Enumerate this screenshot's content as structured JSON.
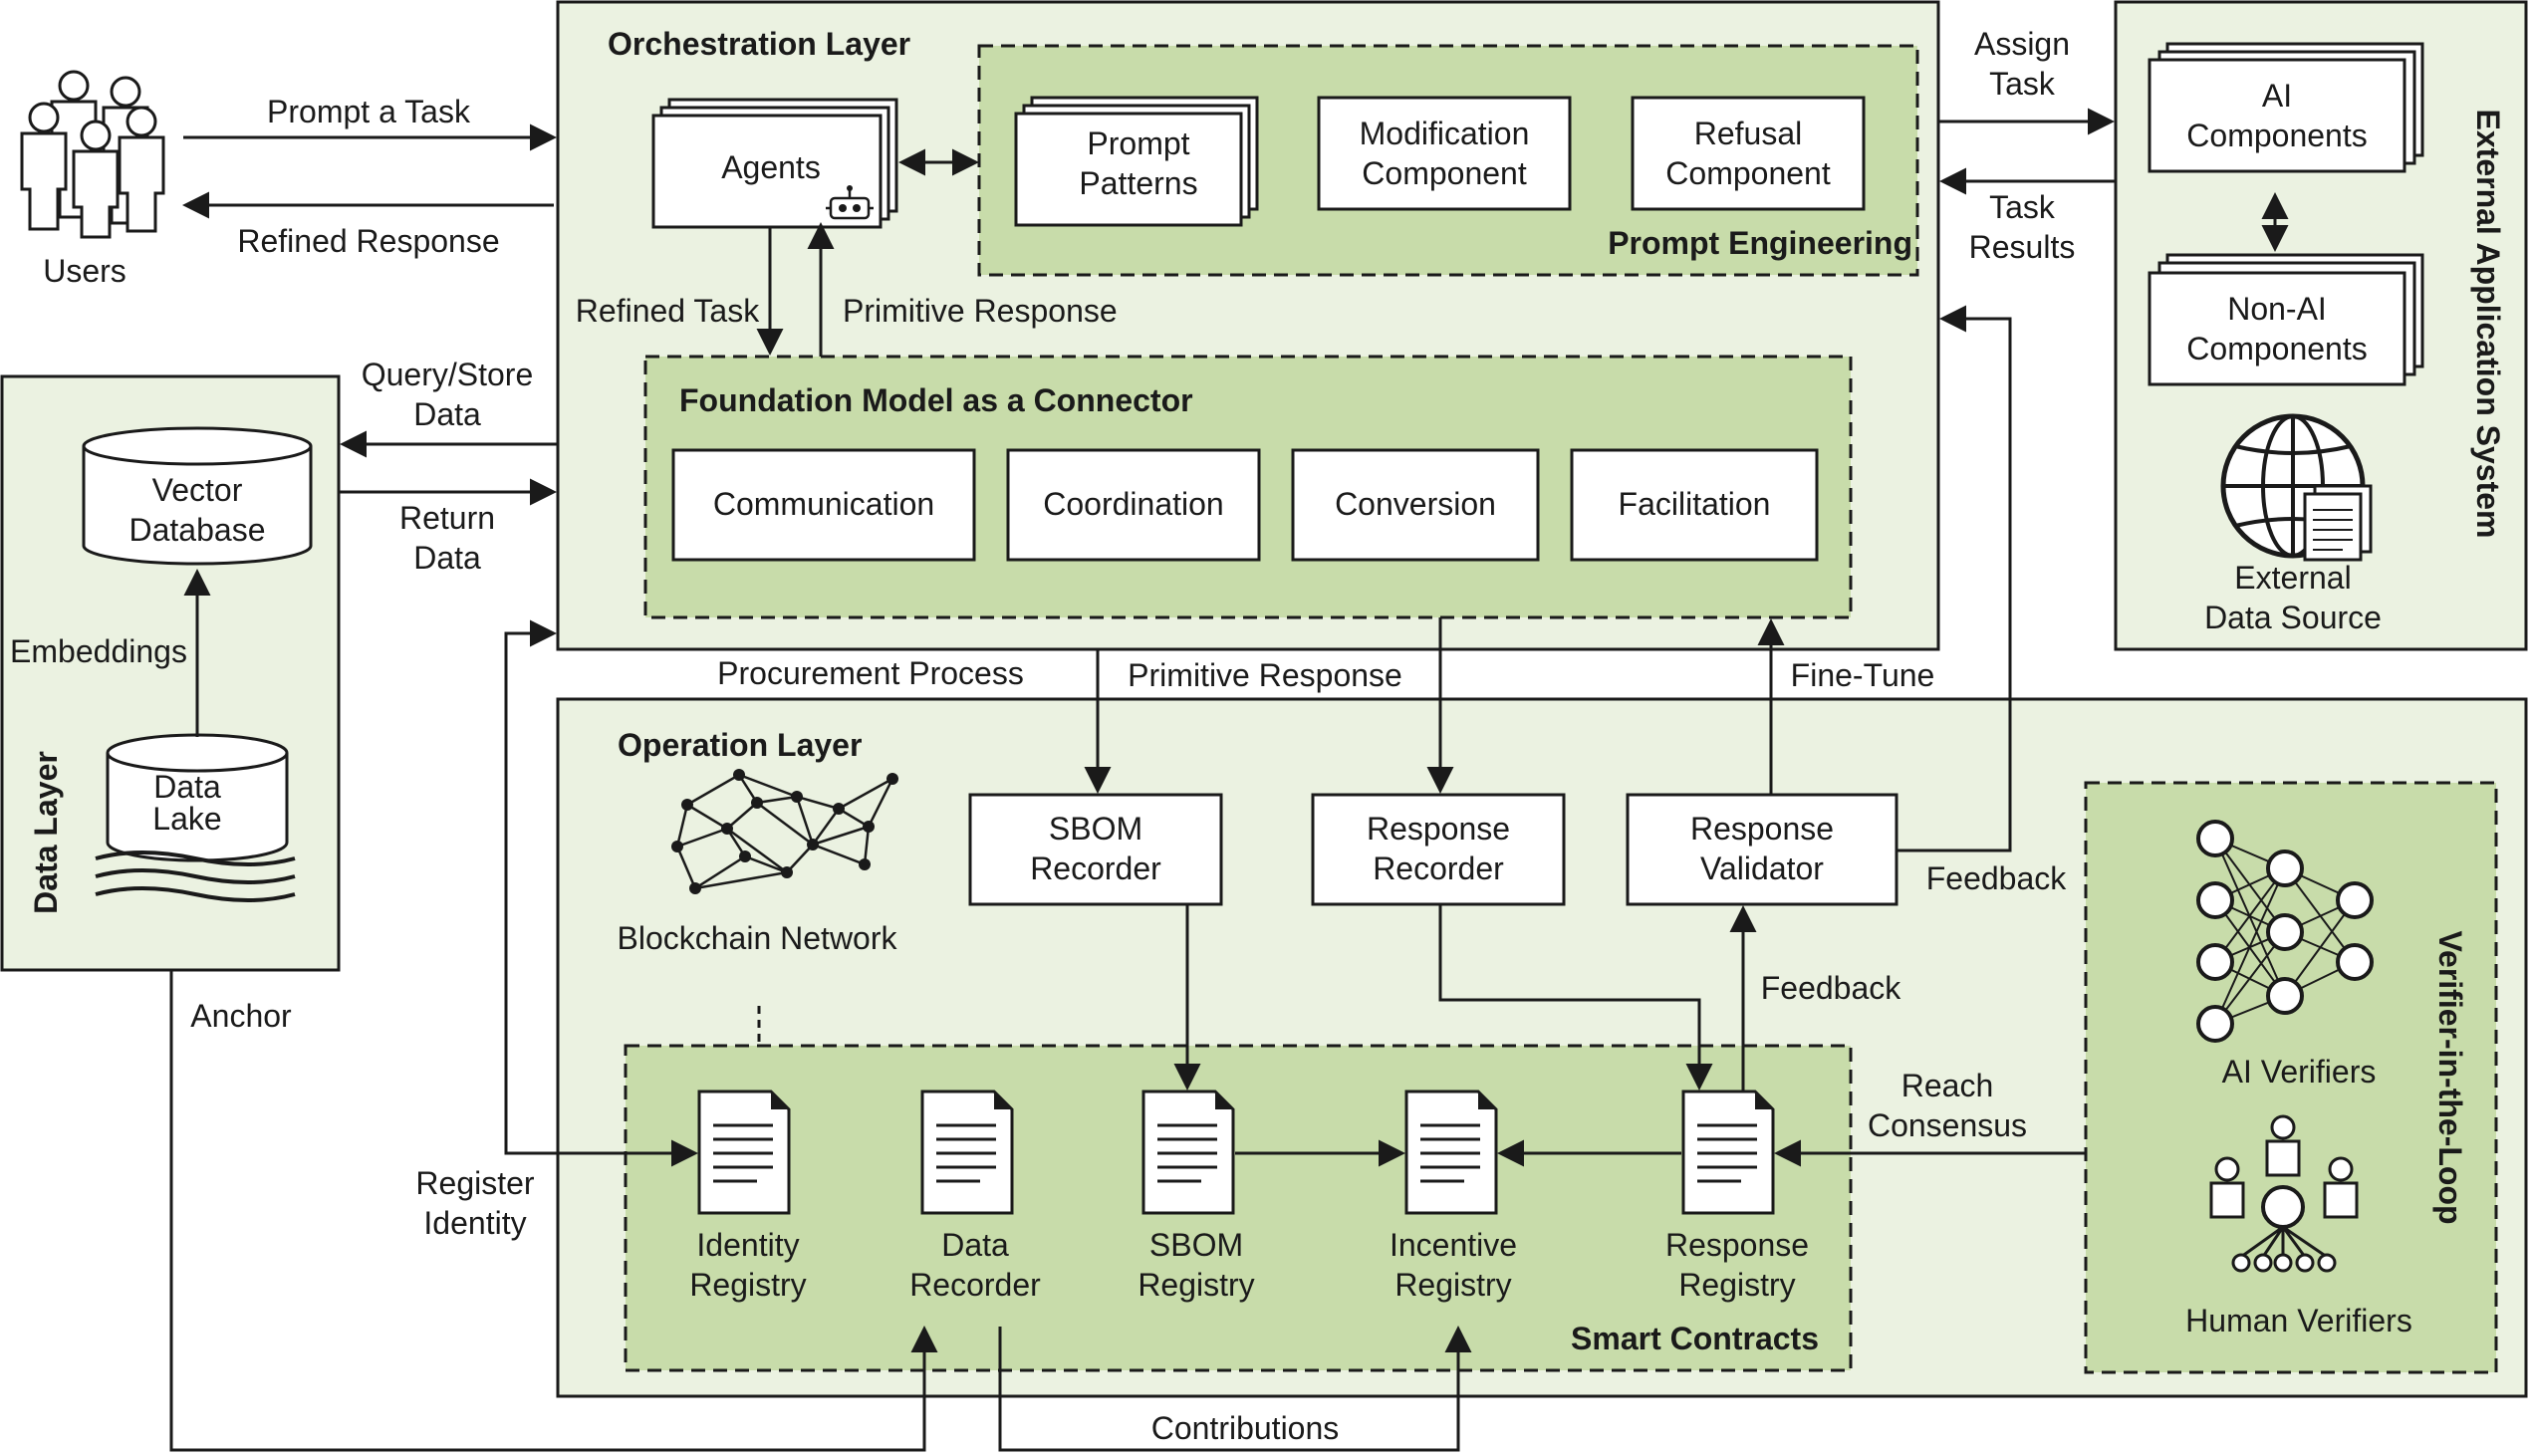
{
  "layers": {
    "orchestration": "Orchestration Layer",
    "prompt_engineering": "Prompt Engineering",
    "foundation_model": "Foundation Model as a Connector",
    "operation": "Operation Layer",
    "data": "Data Layer",
    "external": "External Application System",
    "smart_contracts": "Smart Contracts",
    "verifier": "Verifier-in-the-Loop"
  },
  "users": {
    "label": "Users",
    "prompt": "Prompt a Task",
    "refined": "Refined Response"
  },
  "orchestration": {
    "agents": "Agents",
    "prompt_patterns": "Prompt\nPatterns",
    "modification": "Modification\nComponent",
    "refusal": "Refusal\nComponent",
    "refined_task": "Refined Task",
    "primitive_response": "Primitive Response"
  },
  "foundation": {
    "communication": "Communication",
    "coordination": "Coordination",
    "conversion": "Conversion",
    "facilitation": "Facilitation"
  },
  "external": {
    "ai_components": "AI\nComponents",
    "non_ai_components": "Non-AI\nComponents",
    "data_source": "External\nData Source",
    "assign_task": "Assign\nTask",
    "task_results": "Task\nResults"
  },
  "data_layer": {
    "vector_db": "Vector\nDatabase",
    "data_lake": "Data\nLake",
    "embeddings": "Embeddings",
    "query_store": "Query/Store\nData",
    "return_data": "Return\nData",
    "anchor": "Anchor"
  },
  "flows": {
    "procurement": "Procurement Process",
    "primitive_response": "Primitive Response",
    "fine_tune": "Fine-Tune",
    "feedback_top": "Feedback",
    "feedback_mid": "Feedback",
    "reach_consensus": "Reach\nConsensus",
    "register_identity": "Register\nIdentity",
    "contributions": "Contributions"
  },
  "operation": {
    "sbom_recorder": "SBOM\nRecorder",
    "response_recorder": "Response\nRecorder",
    "response_validator": "Response\nValidator",
    "blockchain": "Blockchain Network"
  },
  "contracts": {
    "identity": "Identity\nRegistry",
    "data_recorder": "Data\nRecorder",
    "sbom_registry": "SBOM\nRegistry",
    "incentive": "Incentive\nRegistry",
    "response_registry": "Response\nRegistry"
  },
  "verifiers": {
    "ai": "AI Verifiers",
    "human": "Human Verifiers"
  },
  "colors": {
    "panel": "#ebf2e1",
    "inner": "#c8dcaa",
    "stroke": "#1a1a1a"
  }
}
